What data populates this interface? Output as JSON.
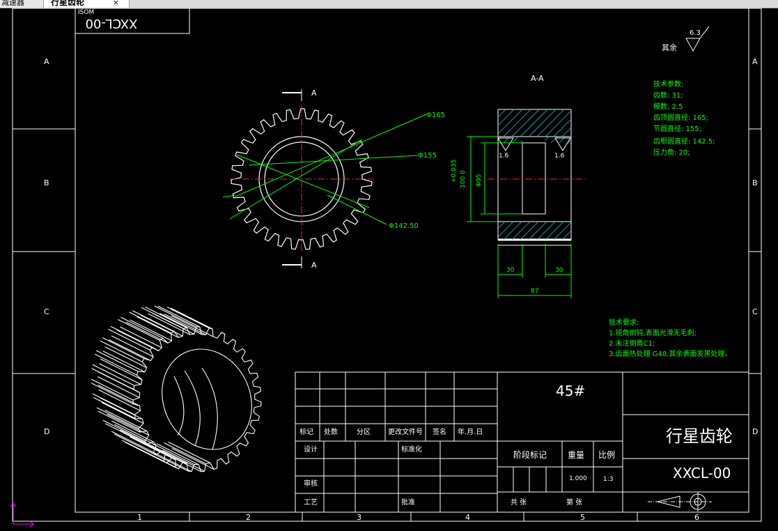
{
  "tabs": [
    {
      "label": "减速器"
    },
    {
      "label": "行星齿轮",
      "close": "×"
    }
  ],
  "drawing": {
    "code_box": "XXCL-00",
    "code_box_label": "ISOM",
    "roughness": {
      "label": "其余",
      "value": "6.3"
    },
    "row_labels": [
      "A",
      "B",
      "C",
      "D"
    ],
    "col_labels": [
      "1",
      "2",
      "3",
      "4",
      "5",
      "6"
    ],
    "section_mark": "A",
    "section_title": "A-A",
    "dims": {
      "d165": "Φ165",
      "d155": "Φ155",
      "d1425": "Φ142.50",
      "tol": "+0.035",
      "tol2": "100  0",
      "bore": "Φ95",
      "ra_left": "1.6",
      "ra_right": "1.6",
      "w30a": "30",
      "w30b": "30",
      "w87": "87"
    },
    "tech_params": {
      "title": "技术参数:",
      "lines": [
        "齿数: 31;",
        "模数: 2.5",
        "齿顶圆直径: 165;",
        "节圆直径: 155;",
        "齿根圆直径: 142.5;",
        "压力角: 20;"
      ]
    },
    "tech_req": {
      "title": "技术要求:",
      "lines": [
        "1.锐角倒钝,表面光滑无毛刺;",
        "2.未注倒角C1;",
        "3.齿面热处理 G48,其余表面发黑处理。"
      ]
    },
    "title_block": {
      "material": "45#",
      "part_name": "行星齿轮",
      "part_code": "XXCL-00",
      "rev_headers": [
        "标记",
        "处数",
        "分区",
        "更改文件号",
        "签名",
        "年.月.日"
      ],
      "design": "设计",
      "standard": "标准化",
      "review": "审核",
      "process": "工艺",
      "approve": "批准",
      "stage": "阶段标记",
      "weight": "重量",
      "scale": "比例",
      "weight_val": "1.000",
      "scale_val": "1:3",
      "sheets_total": "共    张",
      "sheet_no": "第    张"
    }
  },
  "colors": {
    "white": "#ffffff",
    "green": "#00ff00",
    "red": "#ff2020",
    "cyan": "#00d0d0",
    "magenta": "#ff00ff"
  }
}
